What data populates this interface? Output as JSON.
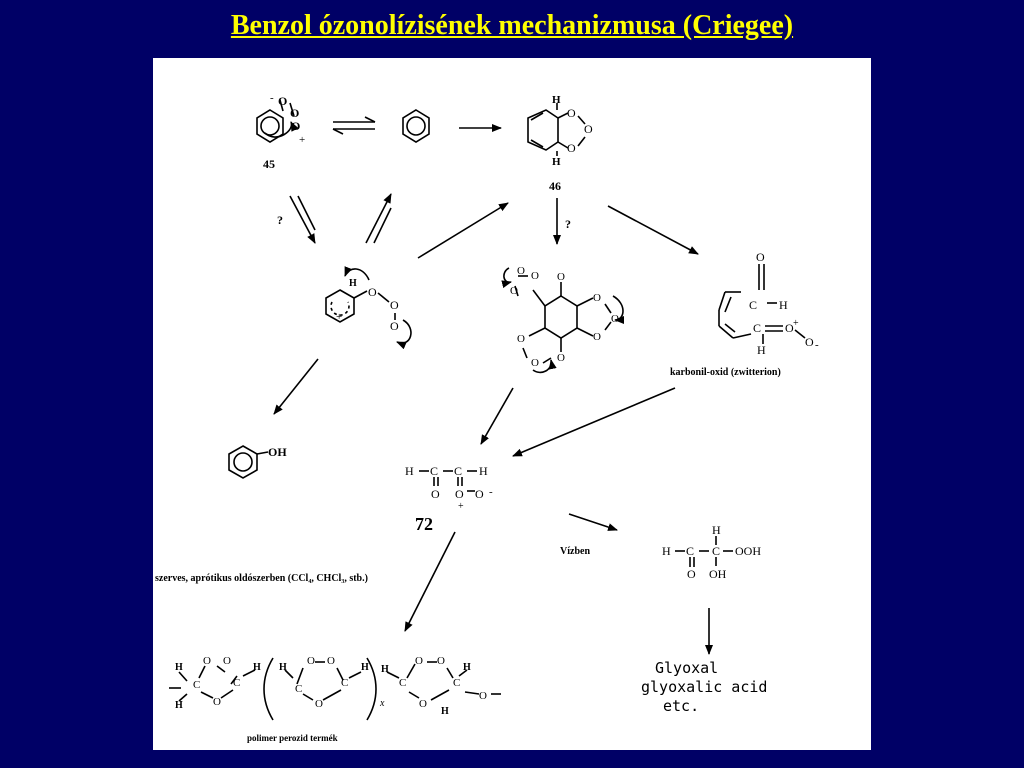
{
  "slide": {
    "title": "Benzol ózonolízisének mechanizmusa (Criegee)"
  },
  "diagram": {
    "compound_45": "45",
    "compound_46": "46",
    "compound_72": "72",
    "question_mark": "?",
    "question_mark_2": "?",
    "carbonyl_oxide_label": "karbonil-oxid (zwitterion)",
    "solvent_label": "szerves, aprótikus oldószerben (CCl₄, CHCl₃, stb.)",
    "water_label": "Vízben",
    "polymer_label": "polimer perozid termék",
    "phenol_oh": "OH",
    "subscript_x": "x",
    "products": {
      "line1": "Glyoxal",
      "line2": "glyoxalic acid",
      "line3": "etc."
    },
    "atoms": {
      "H": "H",
      "C": "C",
      "O": "O",
      "OH": "OH",
      "OOH": "OOH",
      "plus": "+",
      "minus": "-"
    }
  },
  "colors": {
    "background": "#000066",
    "title": "#ffff00",
    "panel": "#ffffff",
    "ink": "#000000"
  }
}
